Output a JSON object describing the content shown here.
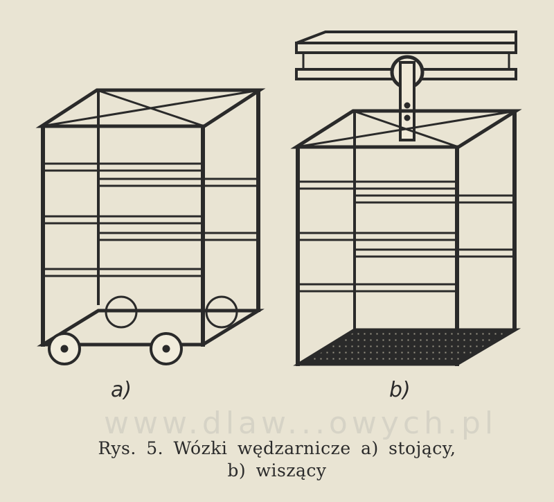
{
  "labels": {
    "a": "a)",
    "b": "b)"
  },
  "caption": {
    "line1": "Rys. 5. Wózki wędzarnicze a) stojący,",
    "line2": "b) wiszący"
  },
  "watermark": "www.dlaw...owych.pl",
  "colors": {
    "paper": "#e9e4d3",
    "ink": "#2a2a2a"
  }
}
